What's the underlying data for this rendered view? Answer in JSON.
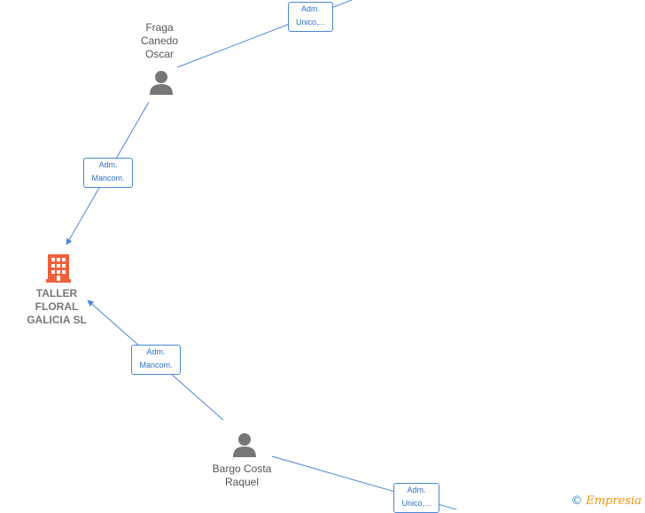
{
  "nodes": {
    "company": {
      "label": "TALLER\nFLORAL\nGALICIA  SL",
      "icon": "building-icon",
      "color": "#f0603c"
    },
    "person_fraga": {
      "label": "Fraga\nCanedo\nOscar",
      "icon": "person-icon"
    },
    "person_bargo": {
      "label": "Bargo Costa\nRaquel",
      "icon": "person-icon"
    }
  },
  "edges": {
    "fraga_company": "Adm.\nMancom.",
    "bargo_company": "Adm.\nMancom.",
    "fraga_offscreen": "Adm.\nUnico,...",
    "bargo_offscreen": "Adm.\nUnico,..."
  },
  "colors": {
    "edge": "#4a87d6",
    "person": "#777777",
    "company": "#f0603c"
  },
  "brand": {
    "copyright": "©",
    "name": "Empresia"
  }
}
